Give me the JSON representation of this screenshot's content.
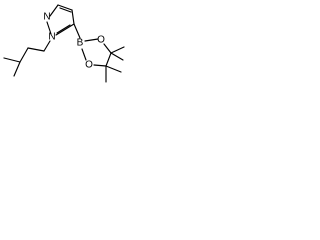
{
  "molecule": {
    "atoms": {
      "n2": "N",
      "n1": "N",
      "b": "B",
      "o_top": "O",
      "o_bottom": "O"
    }
  }
}
